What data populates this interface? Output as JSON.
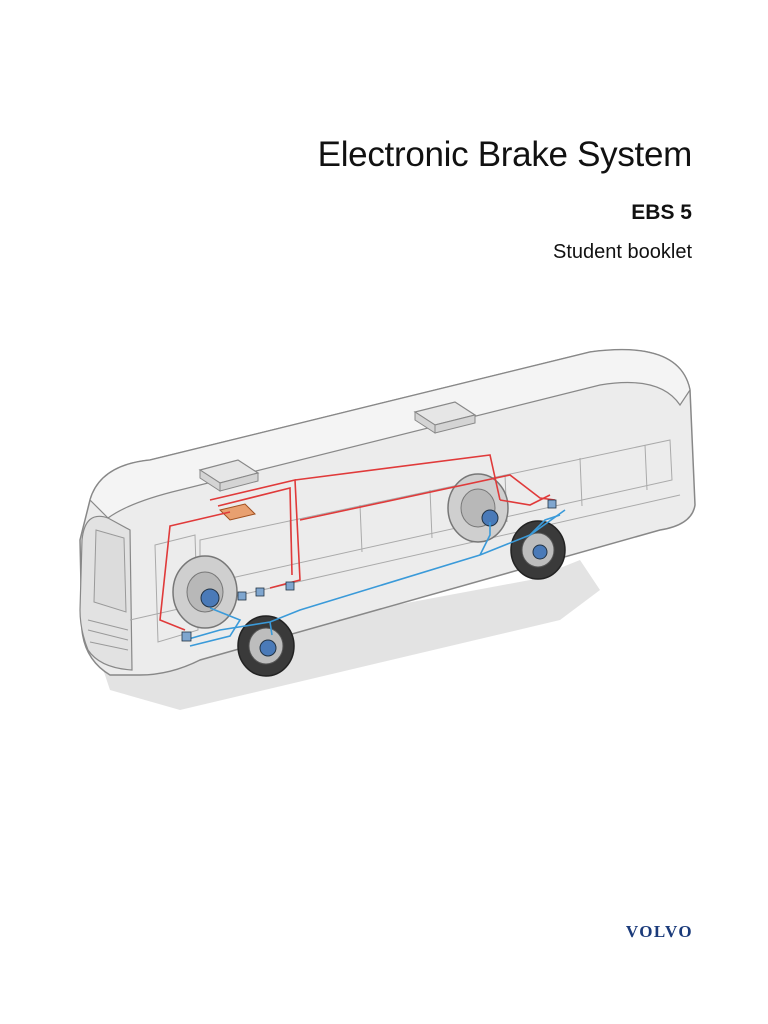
{
  "document": {
    "title": "Electronic Brake System",
    "subtitle": "EBS 5",
    "booklet": "Student booklet"
  },
  "brand": {
    "logo_text": "VOLVO",
    "logo_color": "#1a3a7a"
  },
  "illustration": {
    "subject": "bus",
    "pneumatic_line_color": "#e03a3a",
    "electrical_line_color": "#3a9ad9"
  }
}
